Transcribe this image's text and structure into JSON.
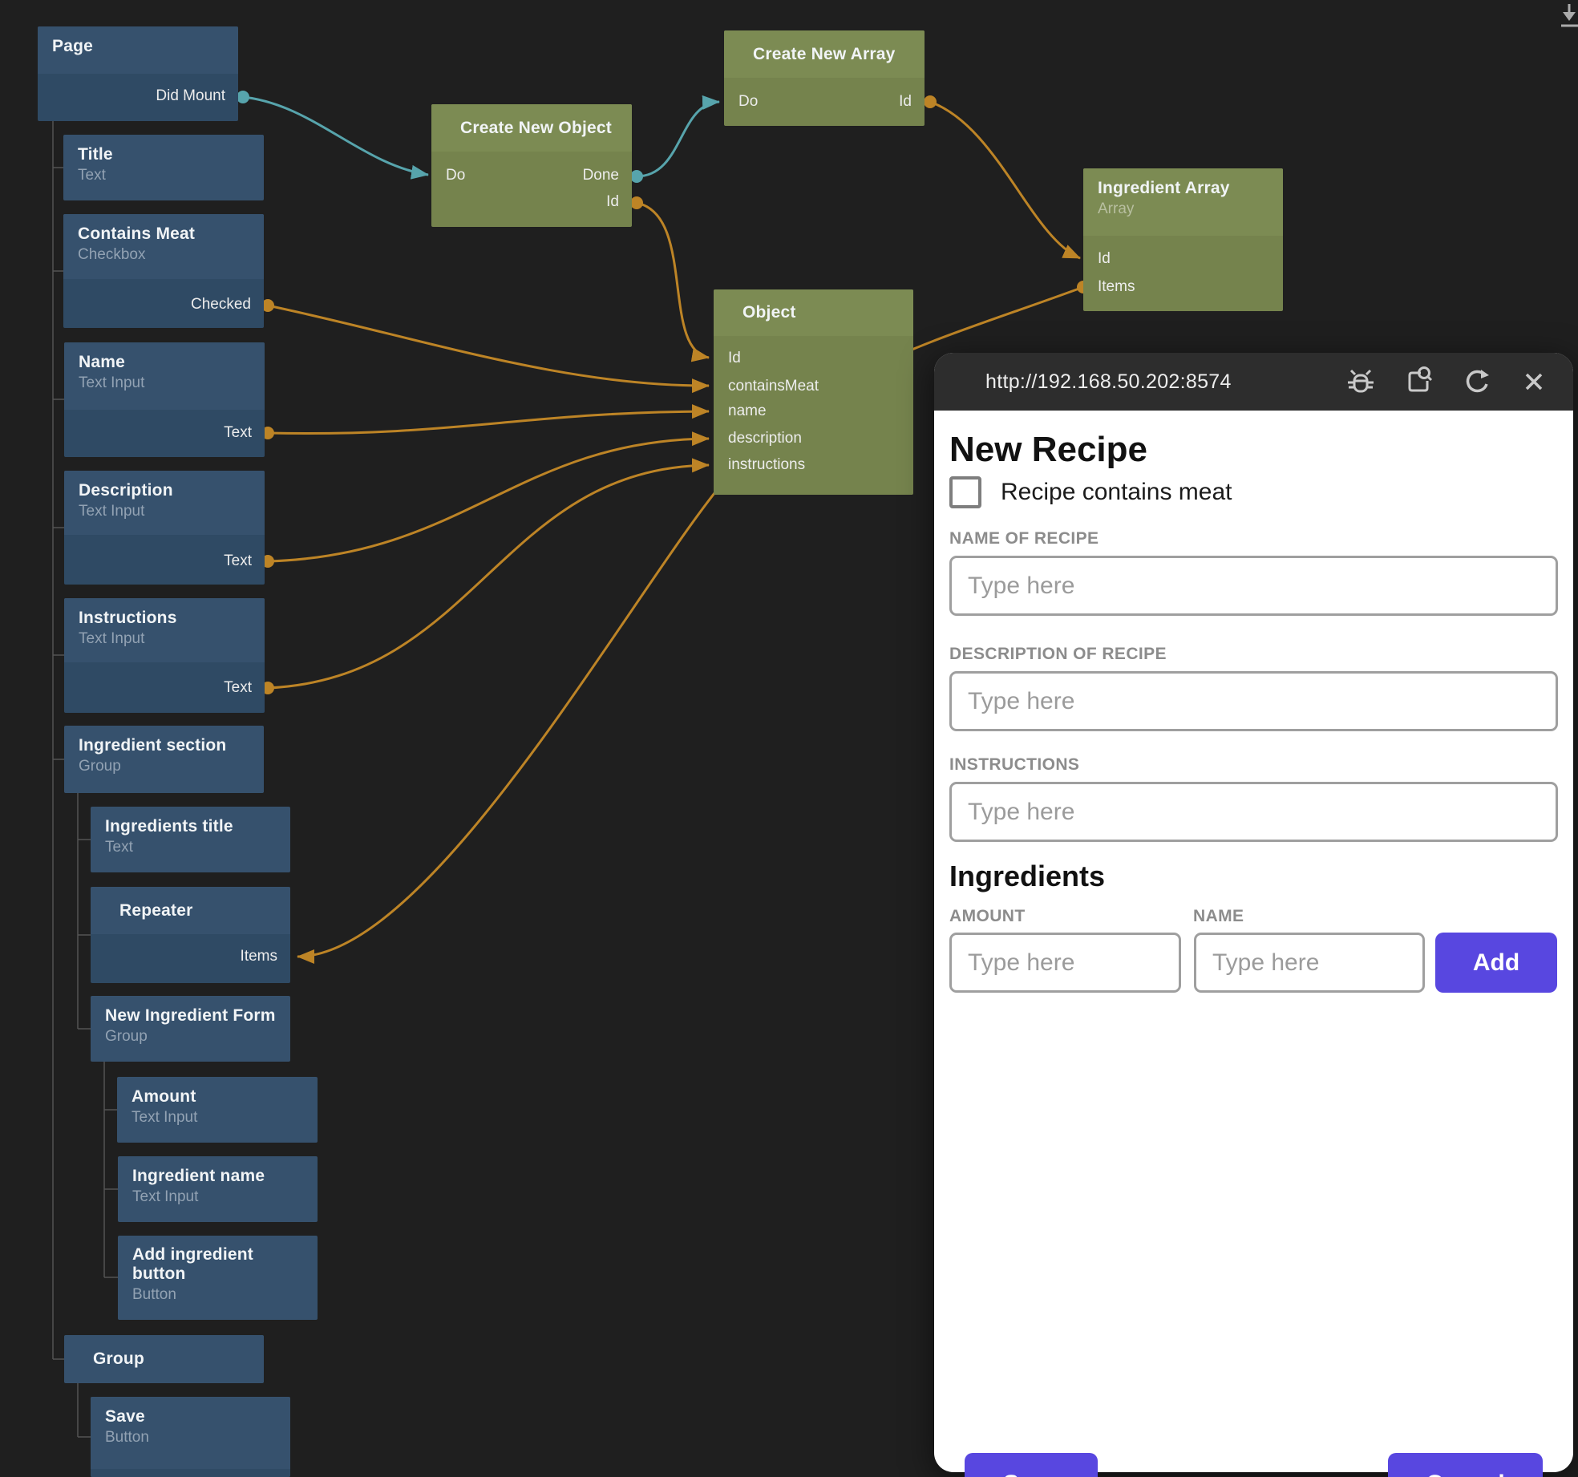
{
  "colors": {
    "background": "#1f1f1f",
    "node_blue_header": "#36516d",
    "node_blue_body": "#2f4a64",
    "node_green_header": "#7c8b53",
    "node_green_body": "#75834d",
    "edge_signal_teal": "#57a4ac",
    "edge_data_orange": "#bd8426",
    "accent_purple": "#5847e0"
  },
  "graph": {
    "nodes": {
      "page": {
        "title": "Page",
        "ports": {
          "did_mount": "Did Mount"
        }
      },
      "title": {
        "title": "Title",
        "subtitle": "Text"
      },
      "contains_meat": {
        "title": "Contains Meat",
        "subtitle": "Checkbox",
        "ports": {
          "checked": "Checked"
        }
      },
      "name": {
        "title": "Name",
        "subtitle": "Text Input",
        "ports": {
          "text": "Text"
        }
      },
      "description": {
        "title": "Description",
        "subtitle": "Text Input",
        "ports": {
          "text": "Text"
        }
      },
      "instructions": {
        "title": "Instructions",
        "subtitle": "Text Input",
        "ports": {
          "text": "Text"
        }
      },
      "ingredient_section": {
        "title": "Ingredient section",
        "subtitle": "Group"
      },
      "ingredients_title": {
        "title": "Ingredients title",
        "subtitle": "Text"
      },
      "repeater": {
        "title": "Repeater",
        "ports": {
          "items": "Items"
        }
      },
      "new_ingredient_form": {
        "title": "New Ingredient Form",
        "subtitle": "Group"
      },
      "amount": {
        "title": "Amount",
        "subtitle": "Text Input"
      },
      "ingredient_name": {
        "title": "Ingredient name",
        "subtitle": "Text Input"
      },
      "add_ingredient_button": {
        "title": "Add ingredient button",
        "subtitle": "Button"
      },
      "group": {
        "title": "Group"
      },
      "save": {
        "title": "Save",
        "subtitle": "Button"
      },
      "create_new_object": {
        "title": "Create New Object",
        "ports": {
          "do": "Do",
          "done": "Done",
          "id": "Id"
        }
      },
      "create_new_array": {
        "title": "Create New Array",
        "ports": {
          "do": "Do",
          "id": "Id"
        }
      },
      "ingredient_array": {
        "title": "Ingredient Array",
        "subtitle": "Array",
        "ports": {
          "id": "Id",
          "items": "Items"
        }
      },
      "object": {
        "title": "Object",
        "ports": {
          "id": "Id",
          "contains_meat": "containsMeat",
          "name": "name",
          "description": "description",
          "instructions": "instructions"
        }
      }
    }
  },
  "preview": {
    "url": "http://192.168.50.202:8574",
    "heading": "New Recipe",
    "checkbox_label": "Recipe contains meat",
    "fields": {
      "name": {
        "label": "NAME OF RECIPE",
        "placeholder": "Type here"
      },
      "description": {
        "label": "DESCRIPTION OF RECIPE",
        "placeholder": "Type here"
      },
      "instructions": {
        "label": "INSTRUCTIONS",
        "placeholder": "Type here"
      }
    },
    "ingredients": {
      "heading": "Ingredients",
      "amount": {
        "label": "AMOUNT",
        "placeholder": "Type here"
      },
      "name": {
        "label": "NAME",
        "placeholder": "Type here"
      },
      "add_label": "Add"
    },
    "save_label": "Save",
    "cancel_label": "Cancel"
  }
}
